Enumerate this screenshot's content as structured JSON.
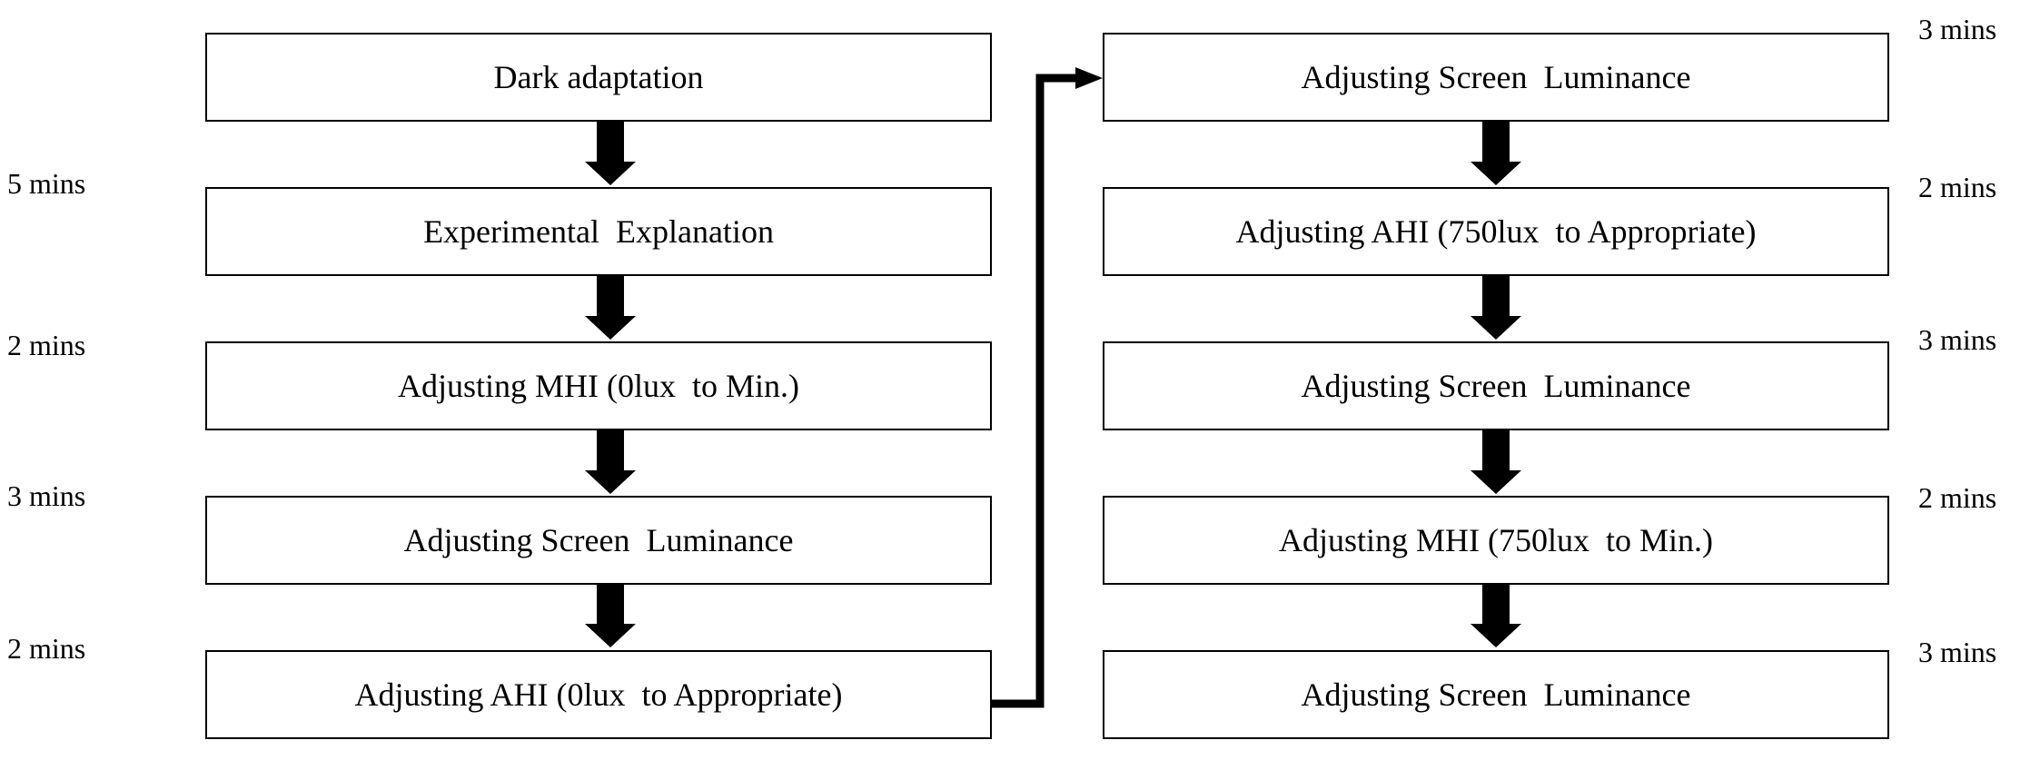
{
  "left_steps": [
    {
      "label": "Dark adaptation"
    },
    {
      "label": "Experimental  Explanation",
      "duration": "5 mins"
    },
    {
      "label": "Adjusting MHI (0lux  to Min.)",
      "duration": "2 mins"
    },
    {
      "label": "Adjusting Screen  Luminance",
      "duration": "3 mins"
    },
    {
      "label": "Adjusting AHI (0lux  to Appropriate)",
      "duration": "2 mins"
    }
  ],
  "right_steps": [
    {
      "label": "Adjusting Screen  Luminance",
      "duration": "3 mins"
    },
    {
      "label": "Adjusting AHI (750lux  to Appropriate)",
      "duration": "2 mins"
    },
    {
      "label": "Adjusting Screen  Luminance",
      "duration": "3 mins"
    },
    {
      "label": "Adjusting MHI (750lux  to Min.)",
      "duration": "2 mins"
    },
    {
      "label": "Adjusting Screen  Luminance",
      "duration": "3 mins"
    }
  ]
}
